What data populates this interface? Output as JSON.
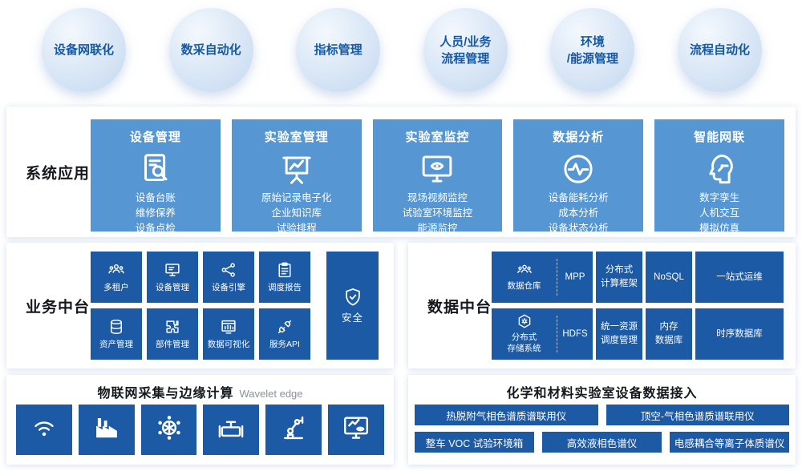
{
  "theme": {
    "dark_blue": "#1c5aa6",
    "medium_blue": "#5697d3",
    "bubble_fill": "#d9e7f7",
    "bubble_text": "#1559a6",
    "title_text": "#15181d",
    "subtitle_gray": "#8b9097"
  },
  "capabilities": {
    "items": [
      {
        "label": "设备网联化"
      },
      {
        "label": "数采自动化"
      },
      {
        "label": "指标管理"
      },
      {
        "label": "人员/业务\n流程管理"
      },
      {
        "label": "环境\n/能源管理"
      },
      {
        "label": "流程自动化"
      }
    ]
  },
  "system_apps": {
    "section_label": "系统应用",
    "cards": [
      {
        "title": "设备管理",
        "icon": "doc-search-icon",
        "items": "设备台账\n维修保养\n设备点检"
      },
      {
        "title": "实验室管理",
        "icon": "presentation-chart-icon",
        "items": "原始记录电子化\n企业知识库\n试验排程"
      },
      {
        "title": "实验室监控",
        "icon": "monitor-eye-icon",
        "items": "现场视频监控\n试验室环境监控\n能源监控"
      },
      {
        "title": "数据分析",
        "icon": "pulse-circle-icon",
        "items": "设备能耗分析\n成本分析\n设备状态分析"
      },
      {
        "title": "智能网联",
        "icon": "head-circuit-icon",
        "items": "数字孪生\n人机交互\n模拟仿真"
      }
    ]
  },
  "business_platform": {
    "section_label": "业务中台",
    "row1": [
      {
        "label": "多租户",
        "icon": "users-icon"
      },
      {
        "label": "设备管理",
        "icon": "monitor-icon"
      },
      {
        "label": "设备引擎",
        "icon": "share-nodes-icon"
      },
      {
        "label": "调度报告",
        "icon": "clipboard-icon"
      }
    ],
    "row2": [
      {
        "label": "资产管理",
        "icon": "database-icon"
      },
      {
        "label": "部件管理",
        "icon": "puzzle-icon"
      },
      {
        "label": "数据可视化",
        "icon": "bar-chart-icon"
      },
      {
        "label": "服务API",
        "icon": "plug-icon"
      }
    ],
    "security": {
      "label": "安全",
      "icon": "shield-icon"
    }
  },
  "data_platform": {
    "section_label": "数据中台",
    "row1": {
      "warehouse": {
        "label": "数据仓库",
        "icon": "users-group-icon"
      },
      "mpp": "MPP",
      "tiles": [
        "分布式\n计算框架",
        "NoSQL",
        "一站式运维"
      ]
    },
    "row2": {
      "storage": {
        "label": "分布式\n存储系统",
        "icon": "hex-gear-icon"
      },
      "hdfs": "HDFS",
      "tiles": [
        "统一资源\n调度管理",
        "内存\n数据库",
        "时序数据库"
      ]
    }
  },
  "edge_platform": {
    "title": "物联网采集与边缘计算",
    "subtitle": "Wavelet edge",
    "tiles": [
      {
        "icon": "wireless-sensor-icon"
      },
      {
        "icon": "factory-icon"
      },
      {
        "icon": "network-globe-icon"
      },
      {
        "icon": "pipe-valve-icon"
      },
      {
        "icon": "robot-arm-icon"
      },
      {
        "icon": "monitor-chart-icon"
      }
    ]
  },
  "lab_access": {
    "title": "化学和材料实验室设备数据接入",
    "row1": [
      "热脱附气相色谱质谱联用仪",
      "顶空-气相色谱质谱联用仪"
    ],
    "row2": [
      "整车 VOC 试验环境箱",
      "高效液相色谱仪",
      "电感耦合等离子体质谱仪"
    ]
  }
}
